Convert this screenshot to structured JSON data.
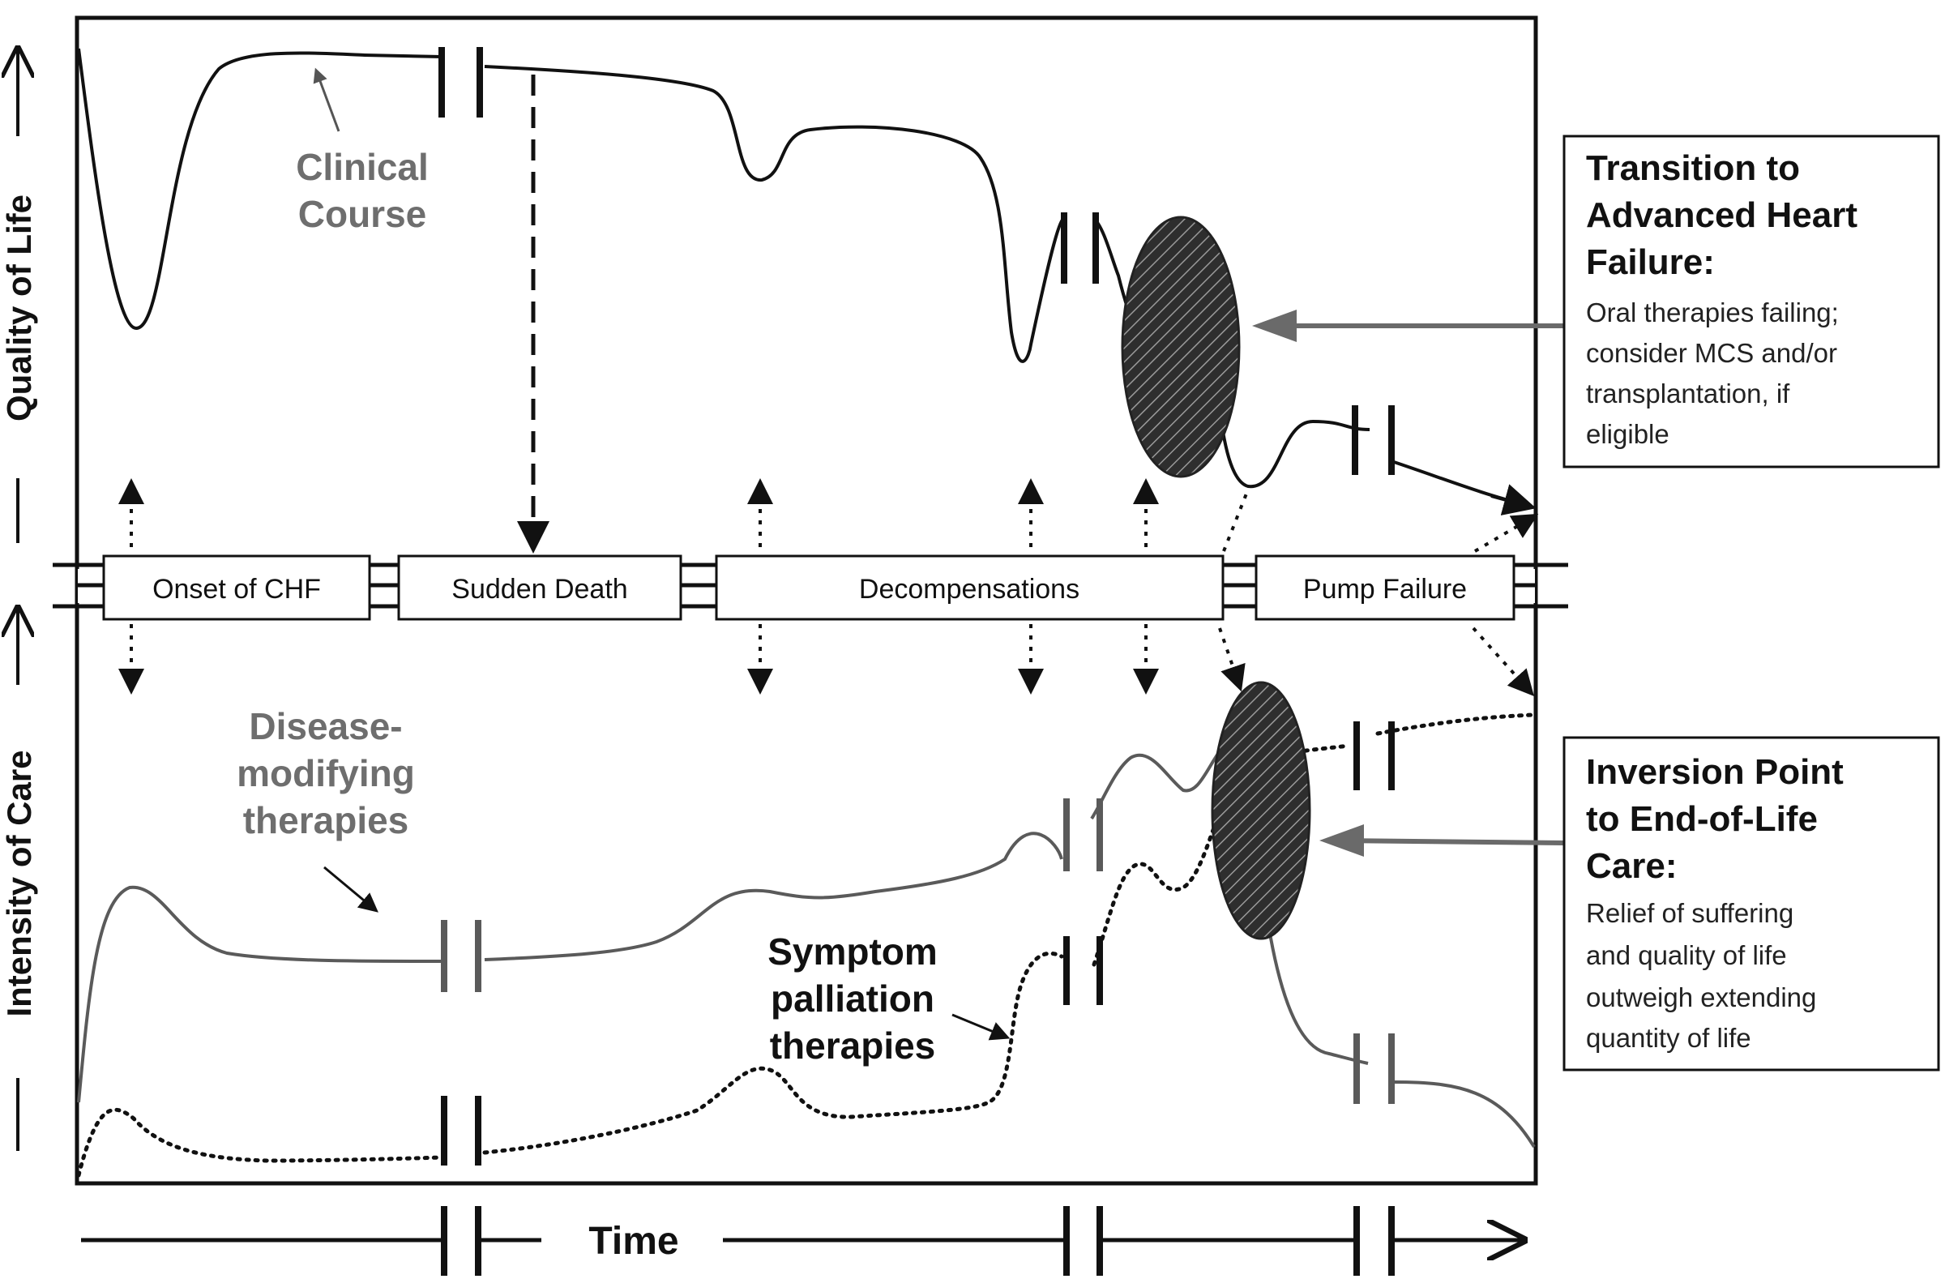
{
  "axes": {
    "y_top": "Quality of Life",
    "y_bottom": "Intensity of Care",
    "x": "Time"
  },
  "stages": [
    "Onset of CHF",
    "Sudden Death",
    "Decompensations",
    "Pump Failure"
  ],
  "curve_labels": {
    "clinical_course": [
      "Clinical",
      "Course"
    ],
    "disease_modifying": [
      "Disease-",
      "modifying",
      "therapies"
    ],
    "symptom_palliation": [
      "Symptom",
      "palliation",
      "therapies"
    ]
  },
  "callouts": {
    "transition": {
      "title": [
        "Transition to",
        "Advanced Heart",
        "Failure:"
      ],
      "body": [
        "Oral therapies failing;",
        "consider MCS and/or",
        "transplantation, if",
        "eligible"
      ]
    },
    "inversion": {
      "title": [
        "Inversion Point",
        "to End-of-Life",
        "Care:"
      ],
      "body": [
        "Relief of suffering",
        "and quality of life",
        "outweigh extending",
        "quantity of life"
      ]
    }
  },
  "colors": {
    "line": "#111111",
    "grey": "#6e6e6e",
    "hatch_fill": "#3a3a3a"
  }
}
